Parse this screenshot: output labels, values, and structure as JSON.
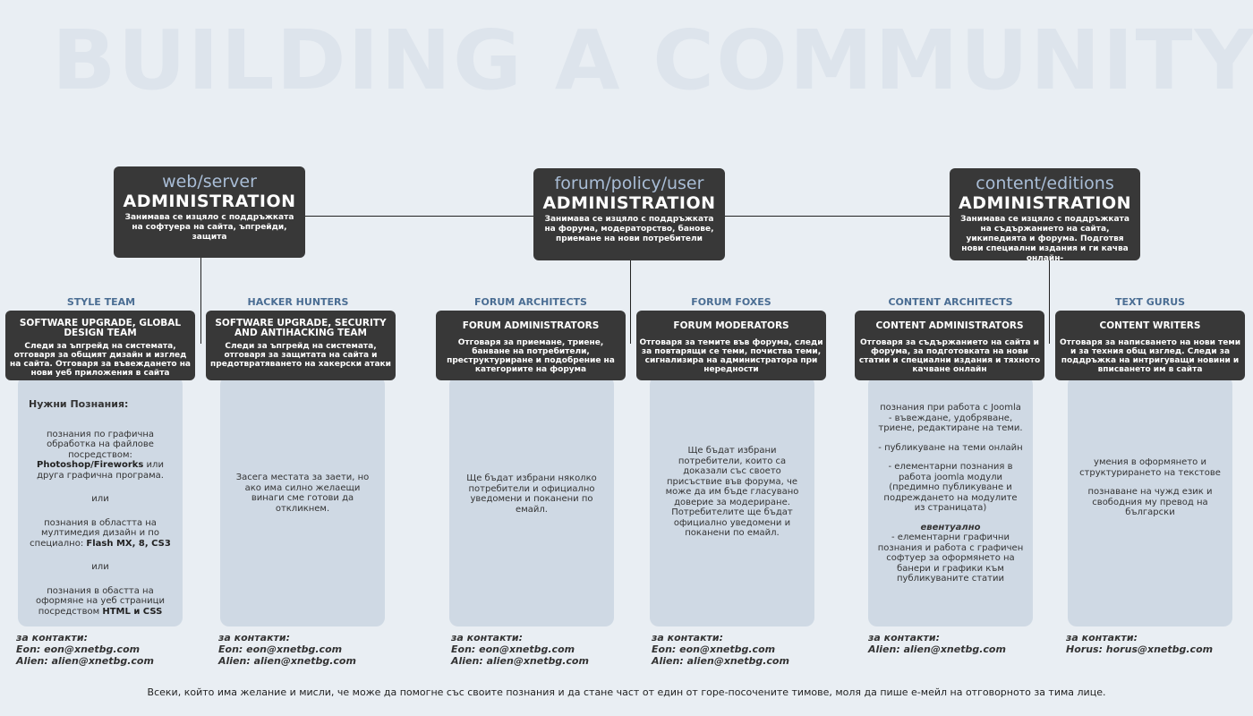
{
  "watermark": "BUILDING A COMMUNITY",
  "admins": [
    {
      "sub": "web/server",
      "main": "ADMINISTRATION",
      "desc": "Занимава се изцяло с поддръжката на софтуера на сайта, ъпгрейди, защита"
    },
    {
      "sub": "forum/policy/user",
      "main": "ADMINISTRATION",
      "desc": "Занимава се изцяло с поддръжката на форума, модераторство, банове, приемане на нови потребители"
    },
    {
      "sub": "content/editions",
      "main": "ADMINISTRATION",
      "desc": "Занимава се изцяло с поддръжката на съдържанието на сайта, уикипедията и форума. Подготвя нови специални издания и ги качва онлайн-"
    }
  ],
  "teams": [
    {
      "label": "STYLE TEAM",
      "title": "SOFTWARE UPGRADE, GLOBAL DESIGN TEAM",
      "desc": "Следи за ъпгрейд на системата, отговаря за общият дизайн и изглед на сайта. Отговаря за въвеждането на нови уеб приложения в сайта"
    },
    {
      "label": "HACKER HUNTERS",
      "title": "SOFTWARE UPGRADE, SECURITY AND ANTIHACKING TEAM",
      "desc": "Следи за ъпгрейд на системата, отговаря за защитата на сайта и предотвратяването на хакерски атаки"
    },
    {
      "label": "FORUM ARCHITECTS",
      "title": "FORUM ADMINISTRATORS",
      "desc": "Отговаря за приемане, триене, банване на потребители, преструктуриране и подобрение на категориите на форума"
    },
    {
      "label": "FORUM FOXES",
      "title": "FORUM MODERATORS",
      "desc": "Отговаря за темите във форума, следи за повтарящи се теми, почиства теми, сигнализира на администратора при нередности"
    },
    {
      "label": "CONTENT ARCHITECTS",
      "title": "CONTENT ADMINISTRATORS",
      "desc": "Отговаря за съдържанието на сайта и форума, за подготовката на нови статии и специални издания и тяхното качване онлайн"
    },
    {
      "label": "TEXT GURUS",
      "title": "CONTENT WRITERS",
      "desc": "Отговаря за написването на нови теми и за техния общ изглед. Следи за поддръжка на интригуващи новини и вписването им в сайта"
    }
  ],
  "panels": {
    "style": {
      "heading": "Нужни Познания:",
      "p1a": "познания по графична обработка на файлове посредством:",
      "p1b": "Photoshop/Fireworks",
      "p1c": " или друга графична програма.",
      "or1": "или",
      "p2a": "познания в областта на мултимедия дизайн и по специално: ",
      "p2b": "Flash MX, 8, CS3",
      "or2": "или",
      "p3a": "познания в обастта на оформяне на уеб страници посредством ",
      "p3b": "HTML и CSS"
    },
    "hacker": "Засега местата за заети, но ако има силно желаещи винаги сме готови да откликнем.",
    "forum_arch": "Ще бъдат избрани няколко потребители и официално уведомени и поканени по емайл.",
    "forum_fox": "Ще бъдат избрани потребители, които са доказали със своето присъствие във форума, че може да им бъде гласувано доверие за модериране. Потребителите ще бъдат официално уведомени и поканени по емайл.",
    "content_arch": {
      "p1": "познания при работа с Joomla - въвеждане, удобряване, триене, редактиране на теми.",
      "p2": "- публикуване на теми онлайн",
      "p3": "- елементарни познания в работа joomla модули (предимно публикуване и подреждането на модулите из страницата)",
      "p4h": "евентуално",
      "p4": "- елементарни графични познания и работа с графичен софтуер за оформянето на банери и графики към публикуваните статии"
    },
    "text_gurus": {
      "p1": "умения в оформянето и структурирането на текстове",
      "p2": "познаване на чужд език и свободния му превод на български"
    }
  },
  "contacts": [
    {
      "label": "за контакти:",
      "lines": [
        "Eon: eon@xnetbg.com",
        "Alien: alien@xnetbg.com"
      ]
    },
    {
      "label": "за контакти:",
      "lines": [
        "Eon: eon@xnetbg.com",
        "Alien: alien@xnetbg.com"
      ]
    },
    {
      "label": "за контакти:",
      "lines": [
        "Eon: eon@xnetbg.com",
        "Alien: alien@xnetbg.com"
      ]
    },
    {
      "label": "за контакти:",
      "lines": [
        "Eon: eon@xnetbg.com",
        "Alien: alien@xnetbg.com"
      ]
    },
    {
      "label": "за контакти:",
      "lines": [
        "Alien: alien@xnetbg.com"
      ]
    },
    {
      "label": "за контакти:",
      "lines": [
        "Horus: horus@xnetbg.com"
      ]
    }
  ],
  "footer": "Всеки, който има желание и мисли, че може да помогне със своите познания и да стане част от един от горе-посочените тимове, моля да пише е-мейл на отговорното за тима лице."
}
